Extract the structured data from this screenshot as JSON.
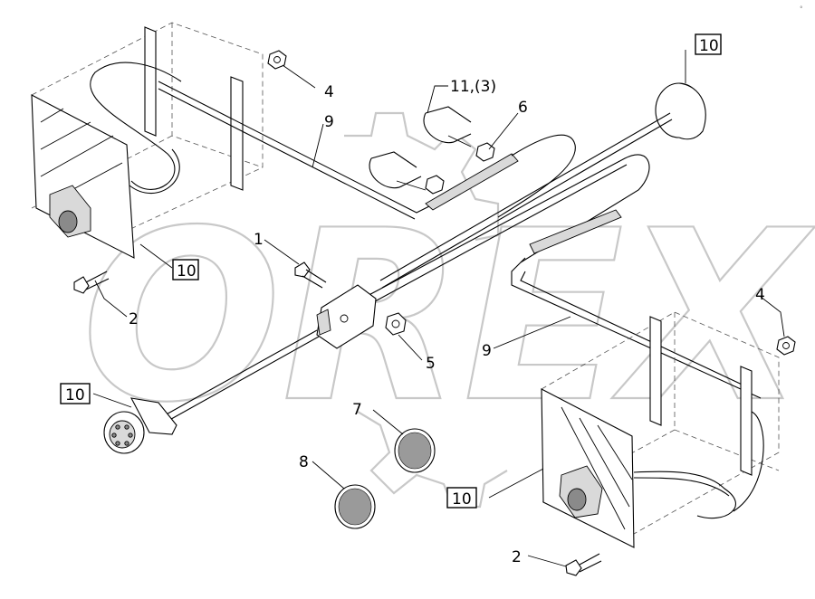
{
  "callouts": {
    "c1": "1",
    "c2a": "2",
    "c2b": "2",
    "c4a": "4",
    "c4b": "4",
    "c5": "5",
    "c6": "6",
    "c7": "7",
    "c8": "8",
    "c9a": "9",
    "c9b": "9",
    "c10a": "10",
    "c10b": "10",
    "c10c": "10",
    "c10d": "10",
    "c11": "11,(3)"
  },
  "watermark": {
    "text": "OREX"
  },
  "corner_mark": "°"
}
